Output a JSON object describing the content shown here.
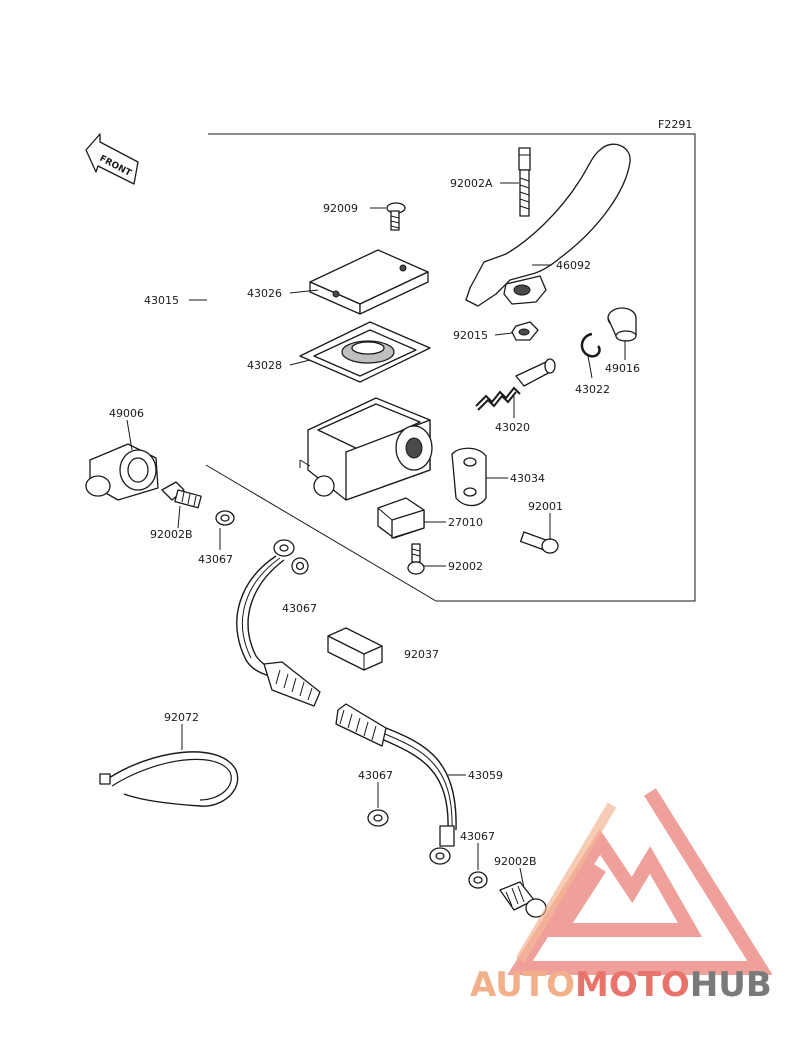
{
  "figure_code": "F2291",
  "front_marker": "FRONT",
  "parts": [
    {
      "id": "p-92002A",
      "label": "92002A"
    },
    {
      "id": "p-92009",
      "label": "92009"
    },
    {
      "id": "p-46092",
      "label": "46092"
    },
    {
      "id": "p-43015",
      "label": "43015"
    },
    {
      "id": "p-43026",
      "label": "43026"
    },
    {
      "id": "p-92015",
      "label": "92015"
    },
    {
      "id": "p-43028",
      "label": "43028"
    },
    {
      "id": "p-43022",
      "label": "43022"
    },
    {
      "id": "p-49016",
      "label": "49016"
    },
    {
      "id": "p-49006",
      "label": "49006"
    },
    {
      "id": "p-43020",
      "label": "43020"
    },
    {
      "id": "p-43034",
      "label": "43034"
    },
    {
      "id": "p-92001",
      "label": "92001"
    },
    {
      "id": "p-92002B-a",
      "label": "92002B"
    },
    {
      "id": "p-27010",
      "label": "27010"
    },
    {
      "id": "p-43067-a",
      "label": "43067"
    },
    {
      "id": "p-92002",
      "label": "92002"
    },
    {
      "id": "p-43067-b",
      "label": "43067"
    },
    {
      "id": "p-92037",
      "label": "92037"
    },
    {
      "id": "p-92072",
      "label": "92072"
    },
    {
      "id": "p-43067-c",
      "label": "43067"
    },
    {
      "id": "p-43059",
      "label": "43059"
    },
    {
      "id": "p-43067-d",
      "label": "43067"
    },
    {
      "id": "p-92002B-b",
      "label": "92002B"
    }
  ],
  "watermark": {
    "part1": "AUTO",
    "part2": "MOTO",
    "part3": "HUB",
    "color_light": "#f2b08a",
    "color_mid": "#e8736b",
    "color_dark": "#7a7a7a"
  }
}
